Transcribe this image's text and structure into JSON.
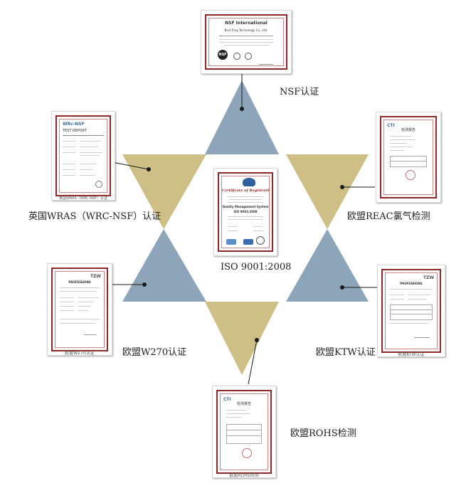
{
  "labels": {
    "nsf": "NSF认证",
    "reac": "欧盟REAC氯气检测",
    "wras": "英国WRAS（WRC-NSF）认证",
    "iso": "ISO 9001:2008",
    "w270": "欧盟W270认证",
    "ktw": "欧盟KTW认证",
    "rohs": "欧盟ROHS检测"
  },
  "certificates": {
    "nsf": {
      "title": "NSF International",
      "company": "Best Ring Technology Co., Ltd.",
      "logo": "NSF"
    },
    "wras": {
      "title": "WRc-NSF",
      "subtitle": "TEST REPORT",
      "caption": "英国WRAS（WRC-NSF）认证"
    },
    "reac": {
      "title": "检测报告",
      "logo": "CTI"
    },
    "iso": {
      "title": "Certificate of Registration",
      "subtitle": "Quality Management System",
      "std": "ISO 9001:2008"
    },
    "w270": {
      "title": "PROFESSIONS",
      "logo": "TZW",
      "caption": "欧盟W270认证"
    },
    "ktw": {
      "title": "PROFESSIONS",
      "logo": "TZW",
      "caption": "欧盟KTW认证"
    },
    "rohs": {
      "title": "检测报告",
      "logo": "CTI",
      "caption": "欧盟ROHS检测"
    }
  },
  "colors": {
    "blue_triangle": "#8ea5b9",
    "gold_triangle": "#cdbf86",
    "certificate_border": "#8e2a2a",
    "connector": "#1a1a1a"
  },
  "icons": [
    "nsf-logo-icon",
    "cti-logo-icon",
    "tzw-logo-icon",
    "iso-seal-icon"
  ]
}
